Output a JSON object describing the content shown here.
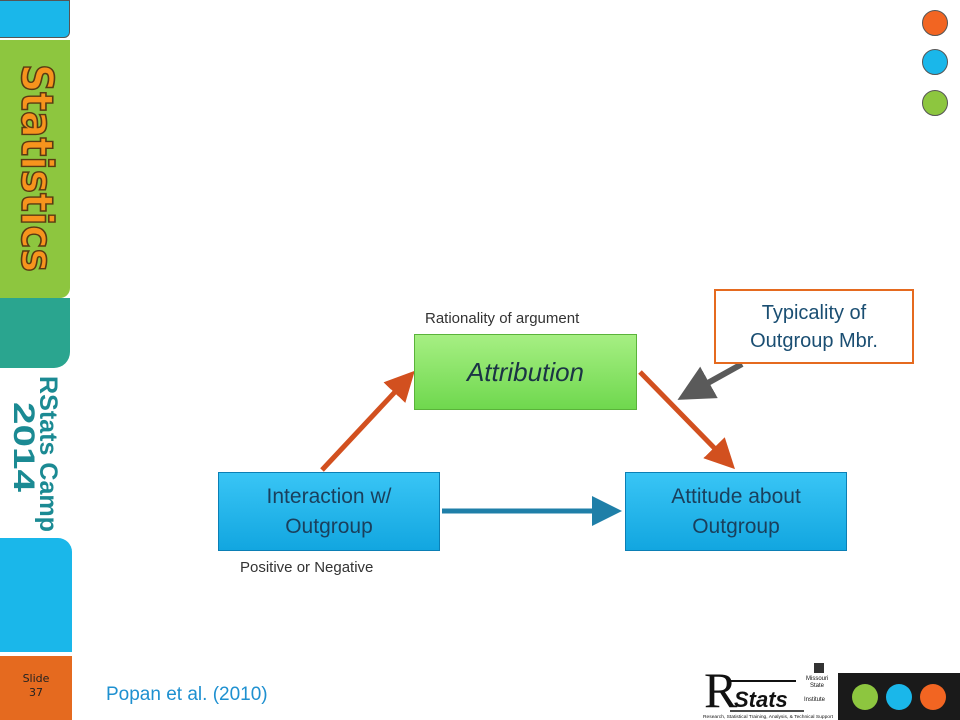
{
  "sidebar": {
    "logo_word": "Statistics",
    "event_line1": "RStats Camp",
    "event_line2": "2014",
    "slide_label": "Slide",
    "slide_number": "37"
  },
  "diagram": {
    "interaction_box": "Interaction w/ Outgroup",
    "attribution_box": "Attribution",
    "attitude_box": "Attitude about Outgroup",
    "typicality_box": "Typicality of Outgroup Mbr.",
    "caption_rationality": "Rationality of argument",
    "caption_valence": "Positive or Negative"
  },
  "citation": "Popan et al. (2010)",
  "logo": {
    "letter": "R",
    "word": "Stats",
    "tag": "Institute",
    "partner_line1": "Missouri",
    "partner_line2": "State",
    "tagline": "Research, Statistical Training, Analysis, & Technical Support"
  },
  "colors": {
    "accent_orange": "#e56a1f",
    "accent_blue": "#1ab7ea",
    "accent_green": "#8dc63f",
    "arrow_orange": "#d2501f",
    "arrow_teal": "#1f7fa8",
    "arrow_gray": "#5a5a5a"
  },
  "icons": [
    "orange-dot-icon",
    "blue-dot-icon",
    "green-dot-icon"
  ]
}
